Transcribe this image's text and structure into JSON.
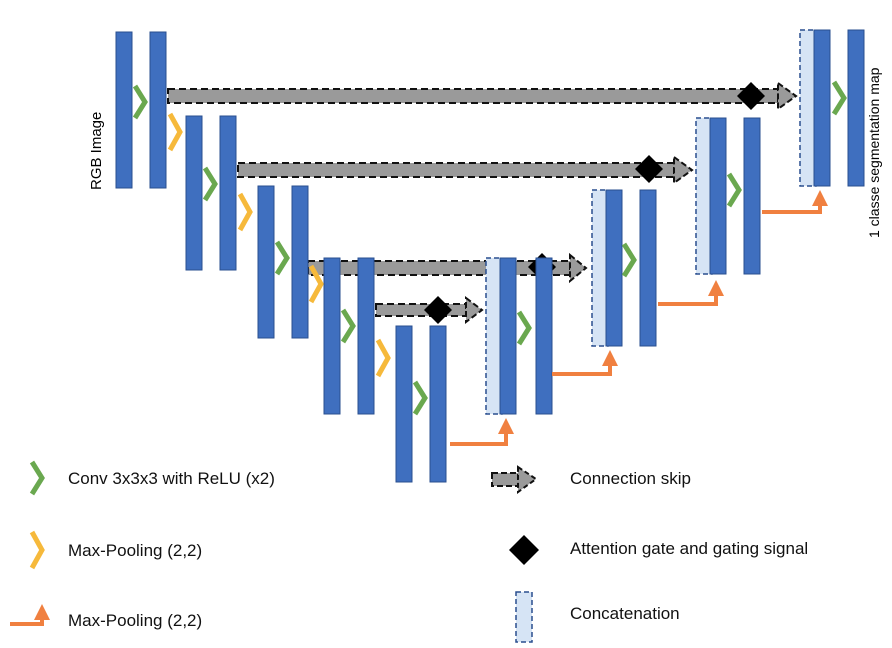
{
  "labels": {
    "input": "RGB Image",
    "output": "1 classe segmentation map"
  },
  "legend": {
    "conv": "Conv 3x3x3 with ReLU (x2)",
    "maxpool": "Max-Pooling (2,2)",
    "upconv": "Max-Pooling (2,2)",
    "skip": "Connection skip",
    "attention": "Attention gate and gating signal",
    "concat": "Concatenation"
  },
  "colors": {
    "block": "#3f6fbf",
    "block_border": "#2a4f8f",
    "concat_fill": "#d6e4f5",
    "conv_arrow": "#6aa84f",
    "pool_arrow": "#f6b93b",
    "up_arrow": "#f08040",
    "skip_fill": "#9a9a9a",
    "gate": "#000000"
  }
}
